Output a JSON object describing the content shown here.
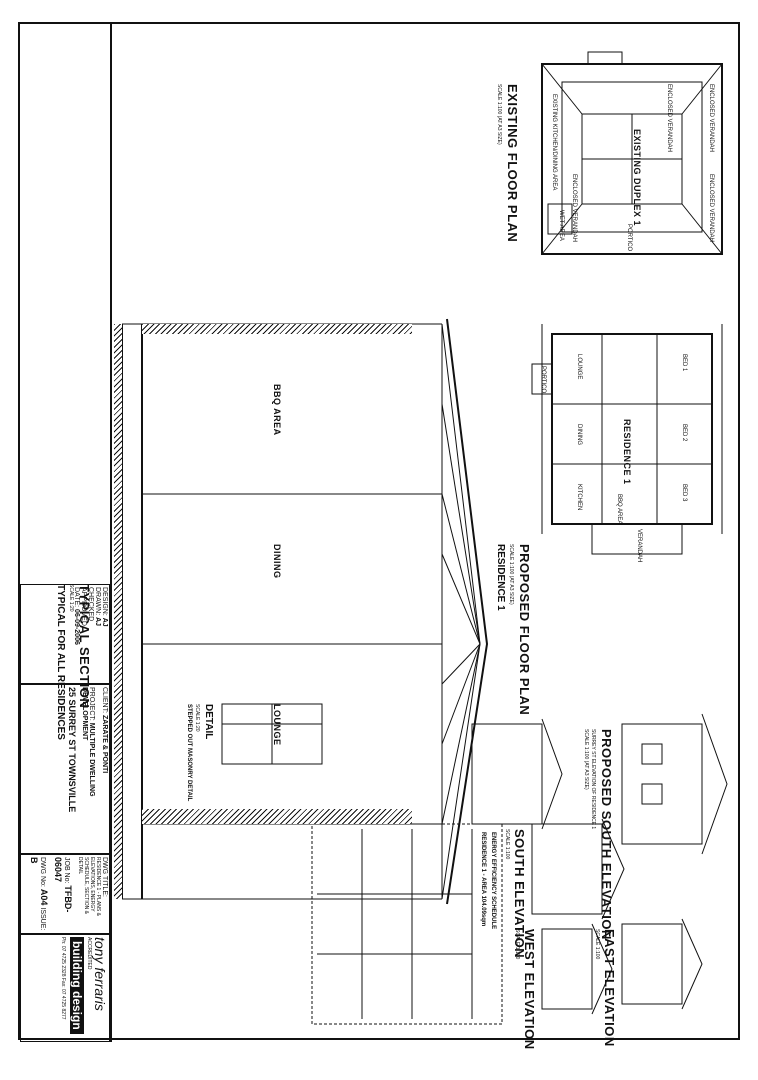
{
  "drawings": {
    "existing_plan_title": "EXISTING FLOOR PLAN",
    "existing_plan_scale": "SCALE 1:100 (AT A3 SIZE)",
    "existing_rooms": [
      "EXISTING DUPLEX 1",
      "ENCLOSED VERANDAH",
      "ENCLOSED VERANDAH",
      "EXISTING KITCHEN/DINING AREA",
      "WET AREA",
      "PORTICO",
      "ENCLOSED VERANDAH",
      "ENCLOSED VERANDAH"
    ],
    "proposed_plan_title": "PROPOSED FLOOR PLAN",
    "proposed_plan_scale": "SCALE 1:100 (AT A3 SIZE)",
    "proposed_plan_sub": "RESIDENCE 1",
    "proposed_rooms": [
      "RESIDENCE 1",
      "BED 1",
      "BED 2",
      "BED 3",
      "LOUNGE",
      "DINING",
      "KITCHEN",
      "VERANDAH",
      "PORTICO",
      "BBQ AREA"
    ],
    "section_title": "TYPICAL SECTION",
    "section_scale": "SCALE 1:20",
    "section_sub": "TYPICAL FOR ALL RESIDENCES",
    "section_rooms": [
      "BBQ AREA",
      "DINING",
      "LOUNGE"
    ],
    "detail_title": "DETAIL",
    "detail_scale": "SCALE 1:20",
    "detail_sub": "STEPPED OUT MASONRY DETAIL",
    "elev_south_prop": "PROPOSED SOUTH ELEVATION",
    "elev_south_prop_sub": "SURREY ST ELEVATION OF RESIDENCE 1",
    "elev_south_prop_scale": "SCALE 1:100 (AT A3 SIZE)",
    "elev_south": "SOUTH ELEVATION",
    "elev_south_scale": "SCALE 1:100",
    "elev_east": "EAST ELEVATION",
    "elev_east_scale": "SCALE 1:100",
    "elev_west": "WEST ELEVATION",
    "elev_west_scale": "SCALE 1:100",
    "energy_title": "ENERGY EFFICIENCY SCHEDULE",
    "energy_sub": "RESIDENCE 1 - AREA 104.09sqm"
  },
  "title_block": {
    "client_label": "CLIENT:",
    "client": "ZARATE & PONTI",
    "project_label": "PROJECT:",
    "project": "MULTIPLE DWELLING DEVELOPMENT",
    "address": "25 SURREY ST TOWNSVILLE",
    "dwg_title_label": "DWG TITLE:",
    "dwg_title": "RESIDENCE 1 - PLANS & ELEVATIONS, ENERGY SCHEDULE, SECTION & DETAIL",
    "job_no_label": "JOB No:",
    "job_no": "TFBD-06047",
    "dwg_no_label": "DWG No:",
    "dwg_no": "A04",
    "issue_label": "ISSUE:",
    "issue": "B",
    "design_label": "DESIGN",
    "design": "AJ",
    "drawn_label": "DRAWN",
    "drawn": "AJ",
    "checked_label": "CHECKED",
    "approved_label": "APPROVED",
    "date_label": "DATE",
    "date": "06-09-2006",
    "logo_name": "tony ferraris",
    "logo_main": "building design",
    "logo_small": "ACCREDITED",
    "contact": "Ph: 07 4725 2328  Fax: 07 4725 8277"
  }
}
